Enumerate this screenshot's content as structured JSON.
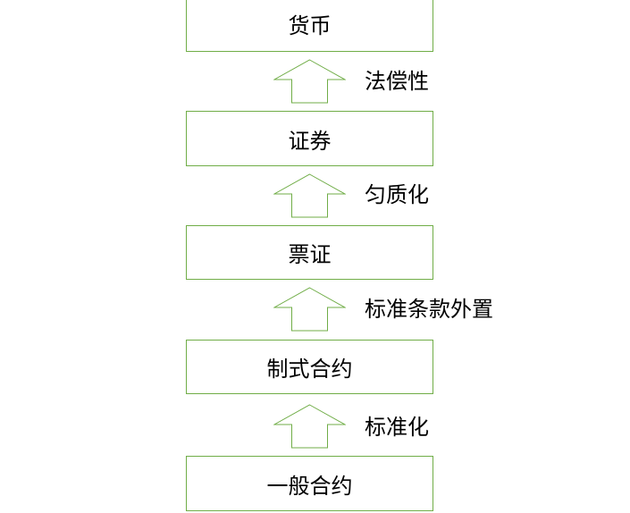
{
  "diagram": {
    "nodes": [
      {
        "label": "货币"
      },
      {
        "label": "证券"
      },
      {
        "label": "票证"
      },
      {
        "label": "制式合约"
      },
      {
        "label": "一般合约"
      }
    ],
    "transitions": [
      {
        "label": "法偿性"
      },
      {
        "label": "匀质化"
      },
      {
        "label": "标准条款外置"
      },
      {
        "label": "标准化"
      }
    ]
  },
  "colors": {
    "border": "#70ad47",
    "text": "#000000",
    "background": "#ffffff"
  }
}
